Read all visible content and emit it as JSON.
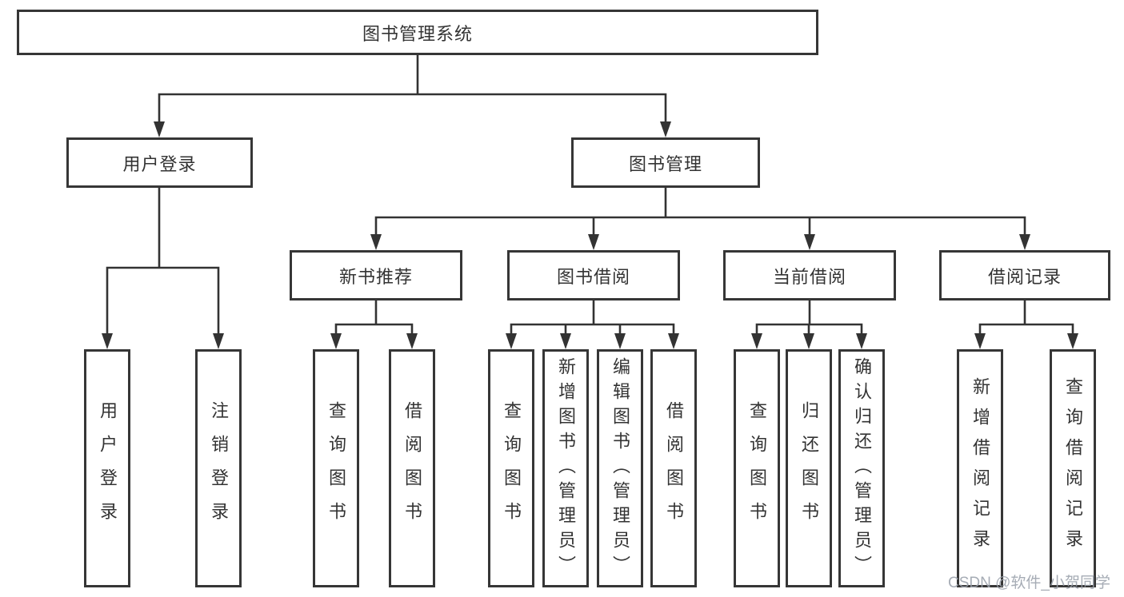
{
  "diagram_type": "hierarchy-tree",
  "watermark": "CSDN @软件_小贺同学",
  "colors": {
    "background": "#ffffff",
    "line": "#333333",
    "box_border": "#363636",
    "box_fill": "#ffffff",
    "text": "#333333",
    "watermark_text": "#9aa1ab"
  },
  "tree": {
    "label": "图书管理系统",
    "children": [
      {
        "label": "用户登录",
        "children": [
          {
            "label": "用户登录"
          },
          {
            "label": "注销登录"
          }
        ]
      },
      {
        "label": "图书管理",
        "children": [
          {
            "label": "新书推荐",
            "children": [
              {
                "label": "查询图书"
              },
              {
                "label": "借阅图书"
              }
            ]
          },
          {
            "label": "图书借阅",
            "children": [
              {
                "label": "查询图书"
              },
              {
                "label": "新增图书（管理员）"
              },
              {
                "label": "编辑图书（管理员）"
              },
              {
                "label": "借阅图书"
              }
            ]
          },
          {
            "label": "当前借阅",
            "children": [
              {
                "label": "查询图书"
              },
              {
                "label": "归还图书"
              },
              {
                "label": "确认归还（管理员）"
              }
            ]
          },
          {
            "label": "借阅记录",
            "children": [
              {
                "label": "新增借阅记录"
              },
              {
                "label": "查询借阅记录"
              }
            ]
          }
        ]
      }
    ]
  }
}
